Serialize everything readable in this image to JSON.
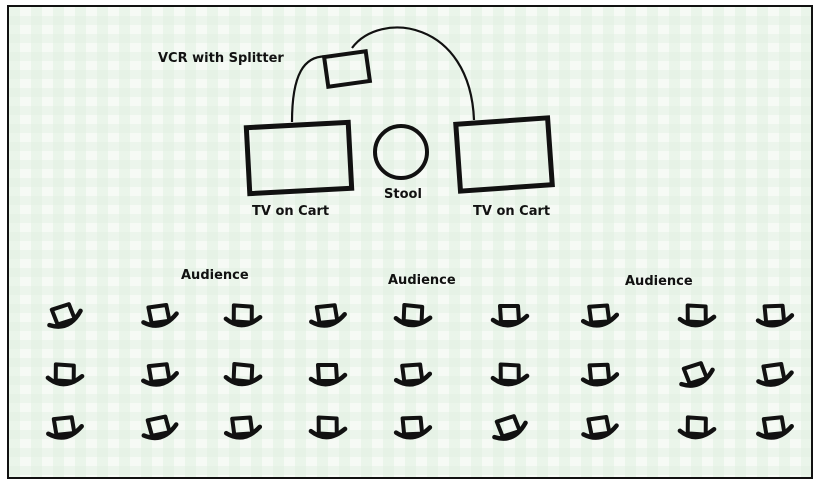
{
  "labels": {
    "vcr": "VCR with Splitter",
    "tv_left": "TV on Cart",
    "stool": "Stool",
    "tv_right": "TV on Cart",
    "audience_left": "Audience",
    "audience_center": "Audience",
    "audience_right": "Audience"
  },
  "colors": {
    "ink": "#111111",
    "background": "#f6faf5"
  },
  "audience": {
    "rows": 3,
    "seats_per_row": 9
  }
}
